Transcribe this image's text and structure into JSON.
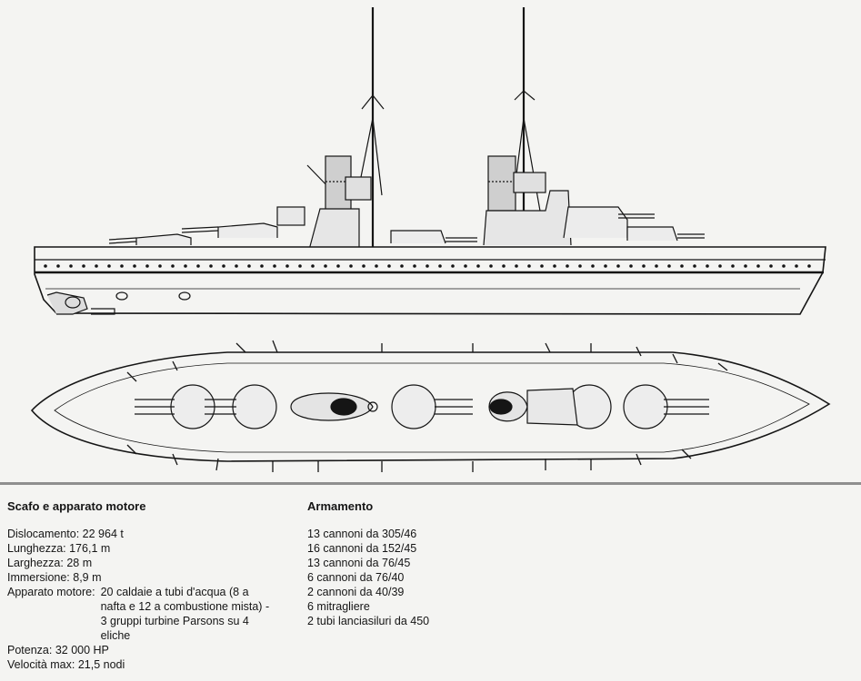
{
  "hull_engine": {
    "heading": "Scafo e apparato motore",
    "dislocamento": "Dislocamento: 22 964 t",
    "lunghezza": "Lunghezza: 176,1 m",
    "larghezza": "Larghezza: 28 m",
    "immersione": "Immersione: 8,9 m",
    "apparato_label": "Apparato motore:",
    "apparato_value": "20 caldaie a tubi d'acqua (8 a nafta e 12 a combustione mista) - 3 gruppi turbine Parsons su 4 eliche",
    "potenza": "Potenza: 32 000 HP",
    "velocita": "Velocità max: 21,5 nodi"
  },
  "armament": {
    "heading": "Armamento",
    "items": [
      "13 cannoni da 305/46",
      "16 cannoni da 152/45",
      "13 cannoni da 76/45",
      "6 cannoni da 76/40",
      "2 cannoni da 40/39",
      "6 mitragliere",
      "2 tubi lanciasiluri da 450"
    ]
  },
  "colors": {
    "ink": "#151515",
    "paper": "#f4f4f2",
    "rule": "#8f8f8f"
  }
}
